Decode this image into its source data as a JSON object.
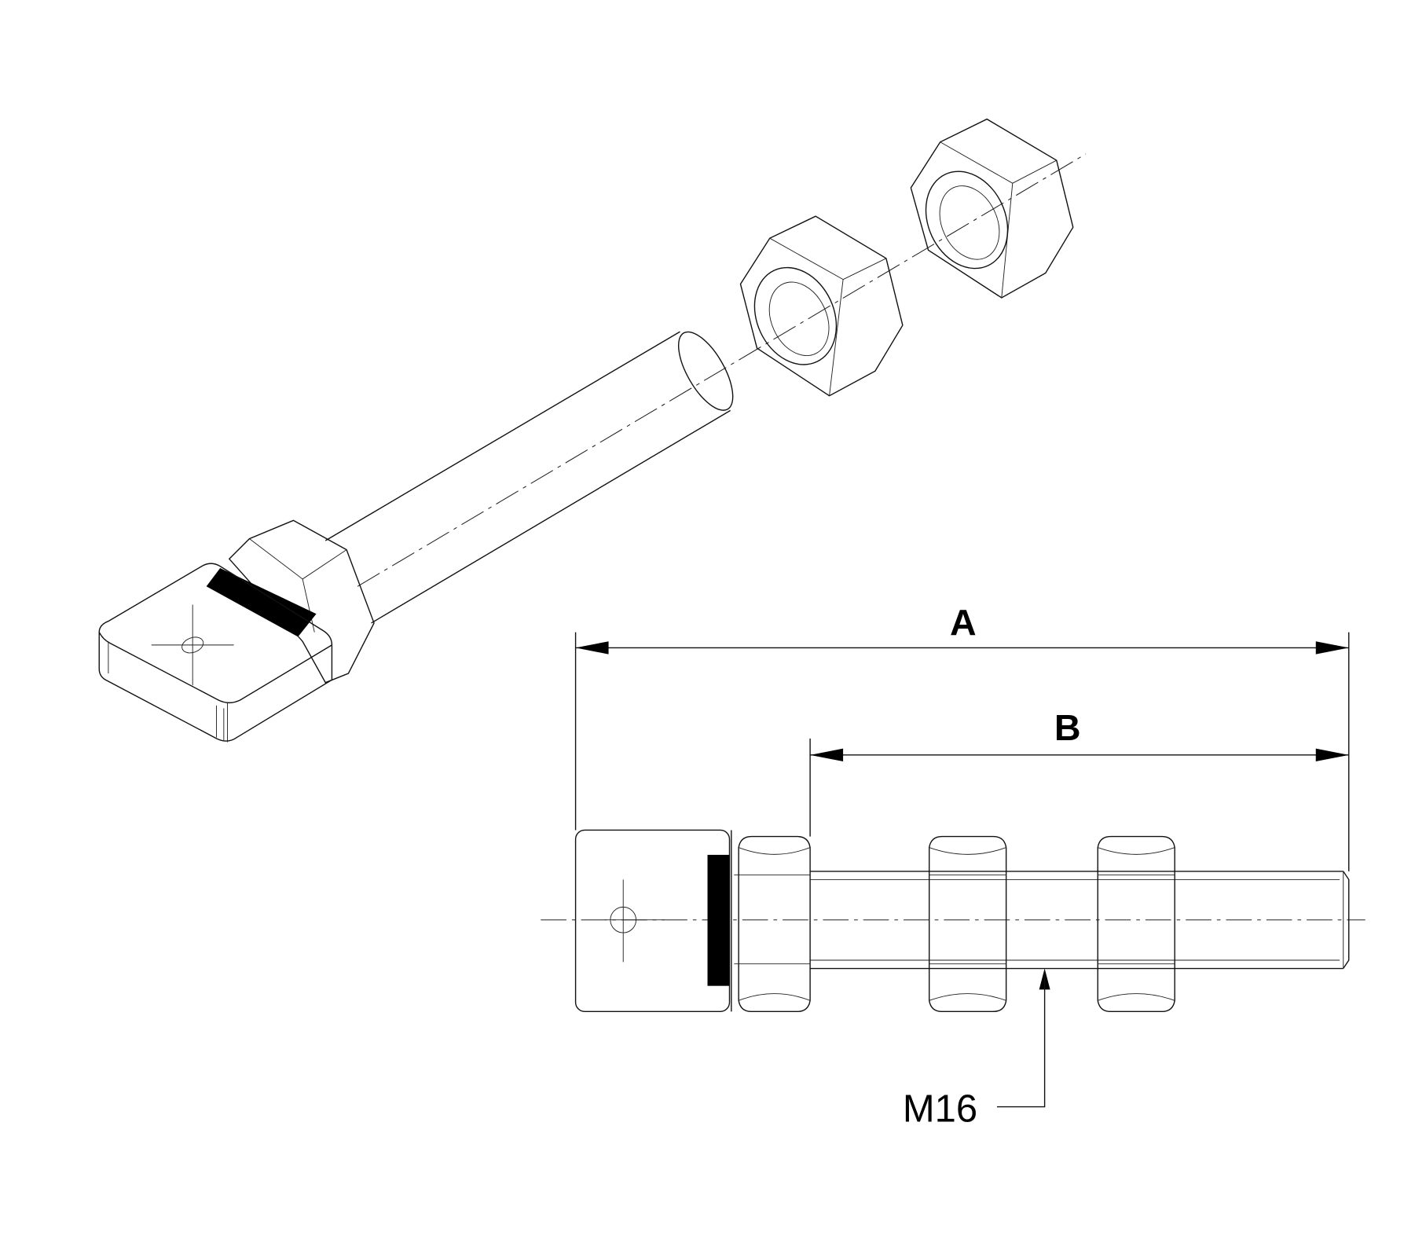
{
  "drawing": {
    "dimension_a_label": "A",
    "dimension_b_label": "B",
    "thread_callout": "M16",
    "line_color": "#111111",
    "background": "#ffffff"
  }
}
